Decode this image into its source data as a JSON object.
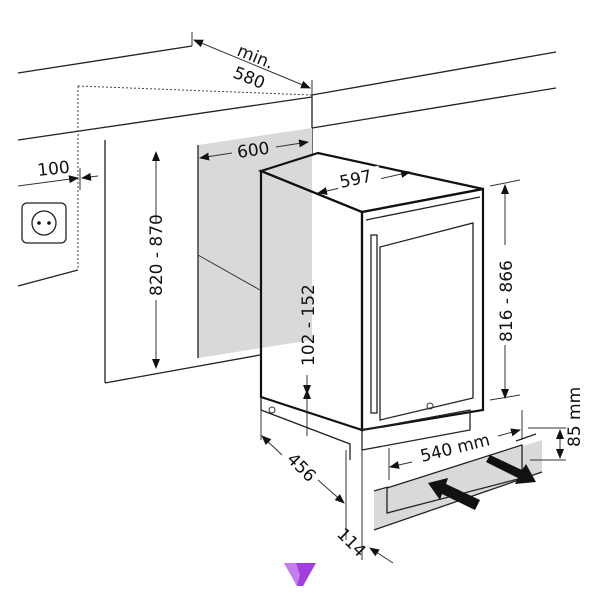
{
  "diagram": {
    "dimensions": {
      "niche_depth_prefix": "min.",
      "niche_depth": "580",
      "niche_width": "600",
      "socket_offset": "100",
      "niche_height": "820 - 870",
      "appliance_width": "597",
      "plinth_height": "102 - 152",
      "appliance_height": "816 - 866",
      "vent_width": "540 mm",
      "vent_height": "85 mm",
      "appliance_depth": "456",
      "plinth_depth": "114"
    },
    "icons": [
      "power-socket-icon",
      "airflow-in-arrow",
      "airflow-out-arrow",
      "logo-v"
    ],
    "colors": {
      "line": "#111111",
      "shade": "#d9d9d9",
      "logo": "#a23de0"
    }
  }
}
